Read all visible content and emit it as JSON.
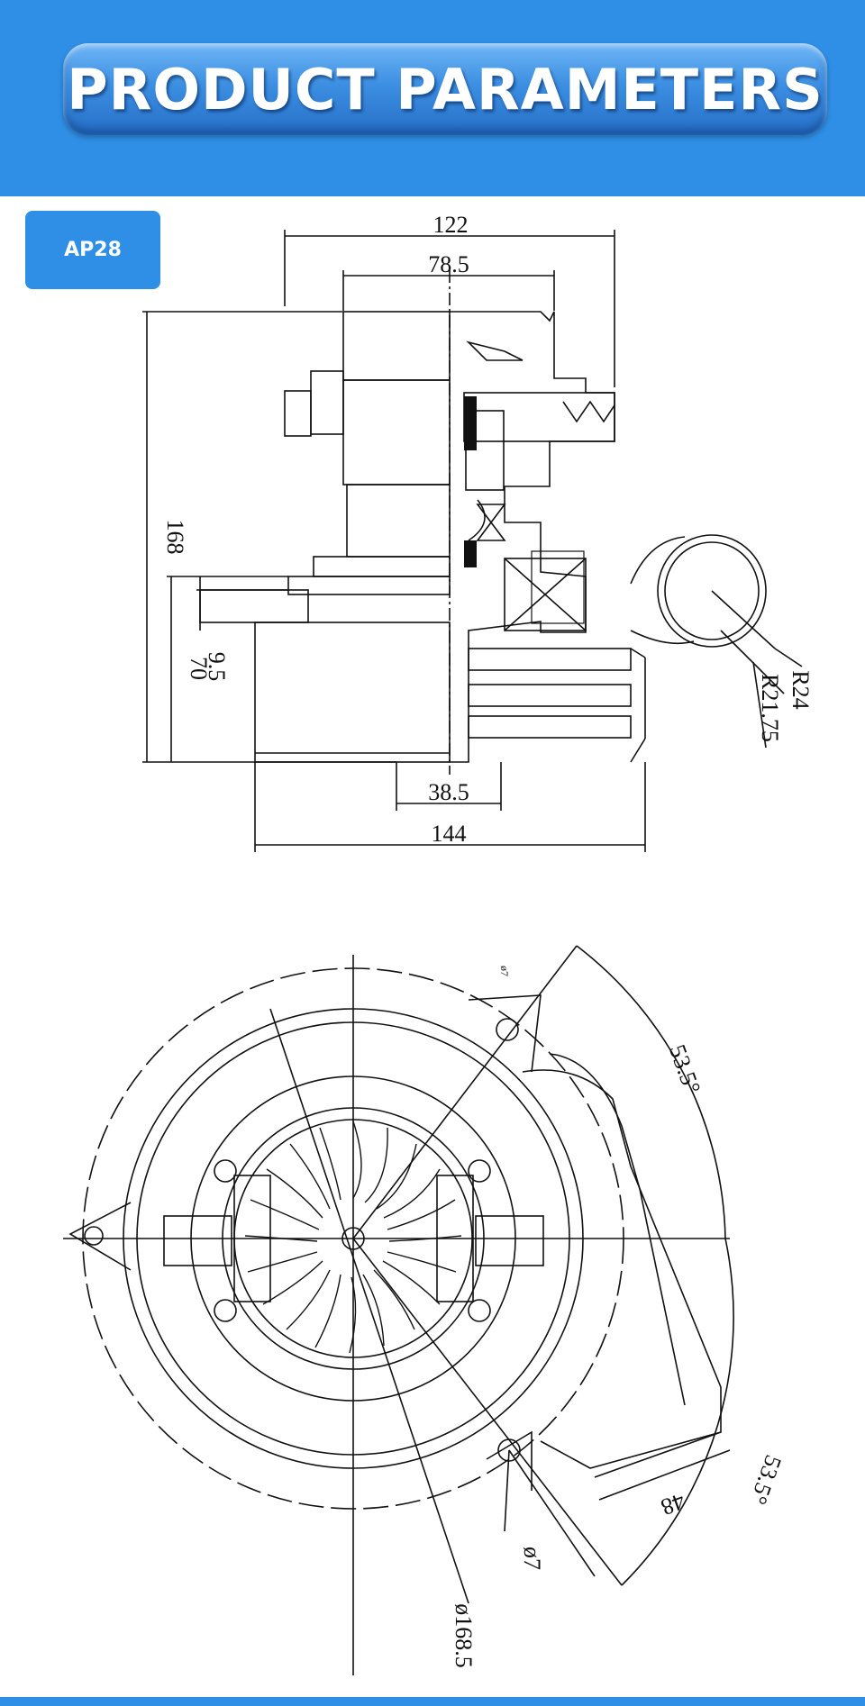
{
  "header": {
    "title": "PRODUCT PARAMETERS"
  },
  "model": {
    "label": "AP28"
  },
  "side_view": {
    "dimensions": {
      "top_width": "122",
      "inner_width": "78.5",
      "total_height": "168",
      "lower_height": "70",
      "offset": "9.5",
      "base_offset": "38.5",
      "base_width": "144",
      "outer_radius": "R24",
      "inner_radius": "R21.75"
    }
  },
  "top_view": {
    "dimensions": {
      "angle_upper": "53.5°",
      "angle_lower": "53.5°",
      "outlet_width": "48",
      "hole_diameter": "ø7",
      "hole_diameter_small": "ø7",
      "outer_diameter": "ø168.5"
    }
  },
  "colors": {
    "accent": "#2f8fe6",
    "line": "#111111"
  }
}
